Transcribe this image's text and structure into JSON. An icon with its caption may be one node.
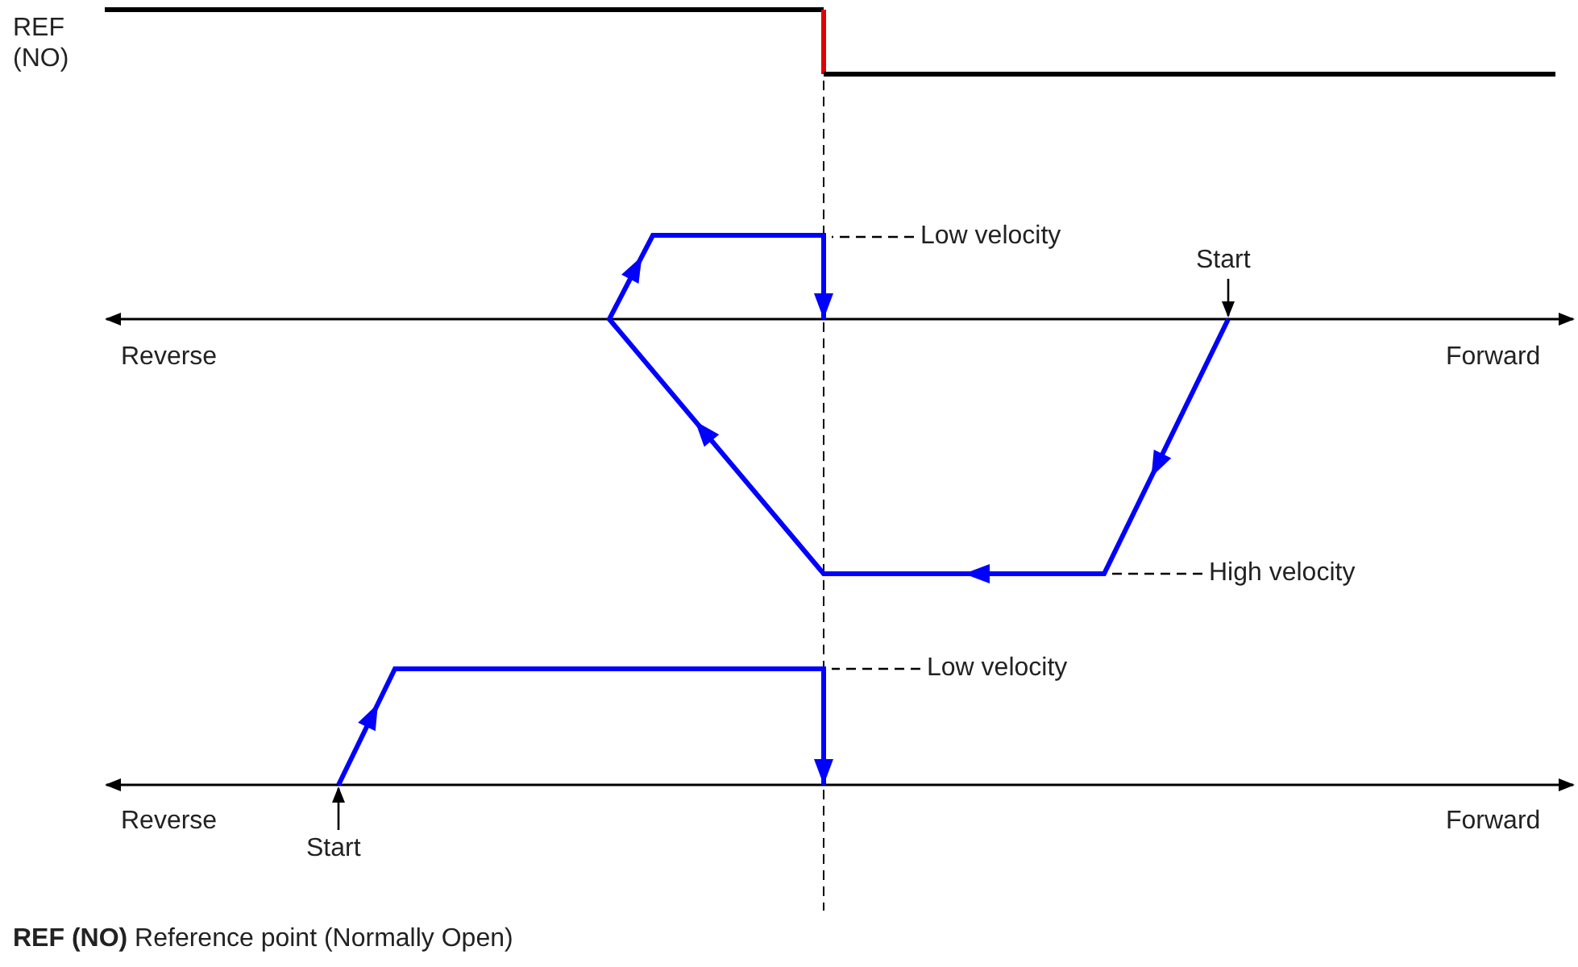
{
  "diagram": {
    "nodes": [
      {
        "text": [
          "Low velocity"
        ]
      },
      {
        "text": [
          "Start"
        ]
      },
      {
        "text": [
          "High velocity"
        ]
      },
      {
        "text": [
          "Low velocity"
        ]
      },
      {
        "text": [
          "Start"
        ]
      }
    ],
    "edges": [
      {
        "from": 0,
        "to": null,
        "arrow": "none",
        "style": "dashed"
      },
      {
        "from": 1,
        "to": null,
        "arrow": "to"
      },
      {
        "from": 2,
        "to": null,
        "arrow": "none",
        "style": "dashed"
      },
      {
        "from": 3,
        "to": null,
        "arrow": "none",
        "style": "dashed"
      },
      {
        "from": 4,
        "to": null,
        "arrow": "to"
      }
    ],
    "labels": [
      "REF (NO)",
      "Reverse",
      "Forward",
      "Reverse",
      "Forward",
      "**REF (NO)** Reference point (Normally Open)"
    ]
  }
}
